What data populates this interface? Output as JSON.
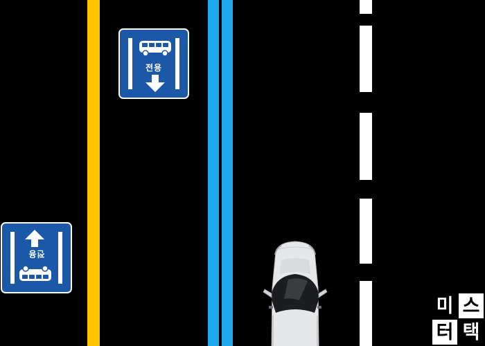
{
  "scene": {
    "colors": {
      "background": "#000000",
      "center_line": "#FFC600",
      "bus_lane_line": "#1EA8F0",
      "lane_dash": "#FFFFFF",
      "sign_blue": "#1B59A8",
      "car_body": "#E6E7E9"
    }
  },
  "signs": [
    {
      "legend": "전용",
      "arrow": "down",
      "icon": "bus-icon"
    },
    {
      "legend": "전용",
      "arrow": "up",
      "icon": "bus-icon",
      "orientation": "upside-down"
    }
  ],
  "watermark": {
    "chars": [
      "미",
      "스",
      "터",
      "택"
    ],
    "logo": "mister-taek-logo"
  }
}
